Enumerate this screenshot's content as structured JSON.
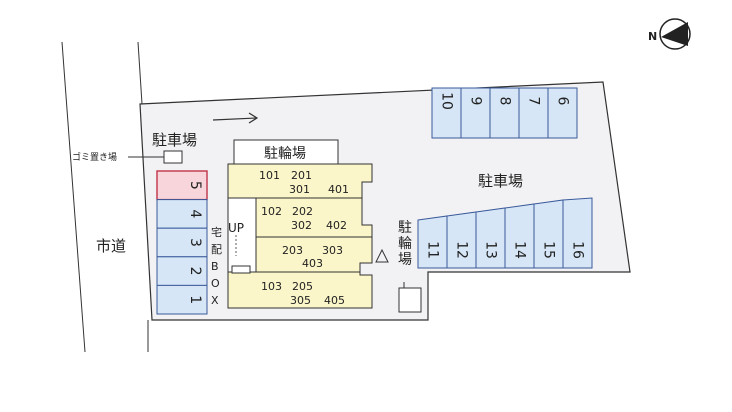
{
  "compass": {
    "label": "N"
  },
  "labels": {
    "parking_top": "駐車場",
    "parking_right": "駐車場",
    "garbage": "ゴミ置き場",
    "street": "市道",
    "bicycle_top": "駐輪場",
    "bicycle_right": "駐輪場",
    "delivery_box": [
      "宅",
      "配",
      "B",
      "O",
      "X"
    ],
    "up": "UP"
  },
  "parking_left": [
    "5",
    "4",
    "3",
    "2",
    "1"
  ],
  "parking_top_right": [
    "10",
    "9",
    "8",
    "7",
    "6"
  ],
  "parking_bottom_right": [
    "11",
    "12",
    "13",
    "14",
    "15",
    "16"
  ],
  "units": {
    "row1": [
      "101",
      "201",
      "301",
      "401"
    ],
    "row2": [
      "102",
      "202",
      "302",
      "402"
    ],
    "row3": [
      "203",
      "303",
      "403"
    ],
    "row4": [
      "103",
      "205",
      "305",
      "405"
    ]
  },
  "colors": {
    "slot": "#d6e6f7",
    "slot_highlight": "#f8d5db",
    "building": "#fbf6c9",
    "lot": "#f2f2f4"
  }
}
